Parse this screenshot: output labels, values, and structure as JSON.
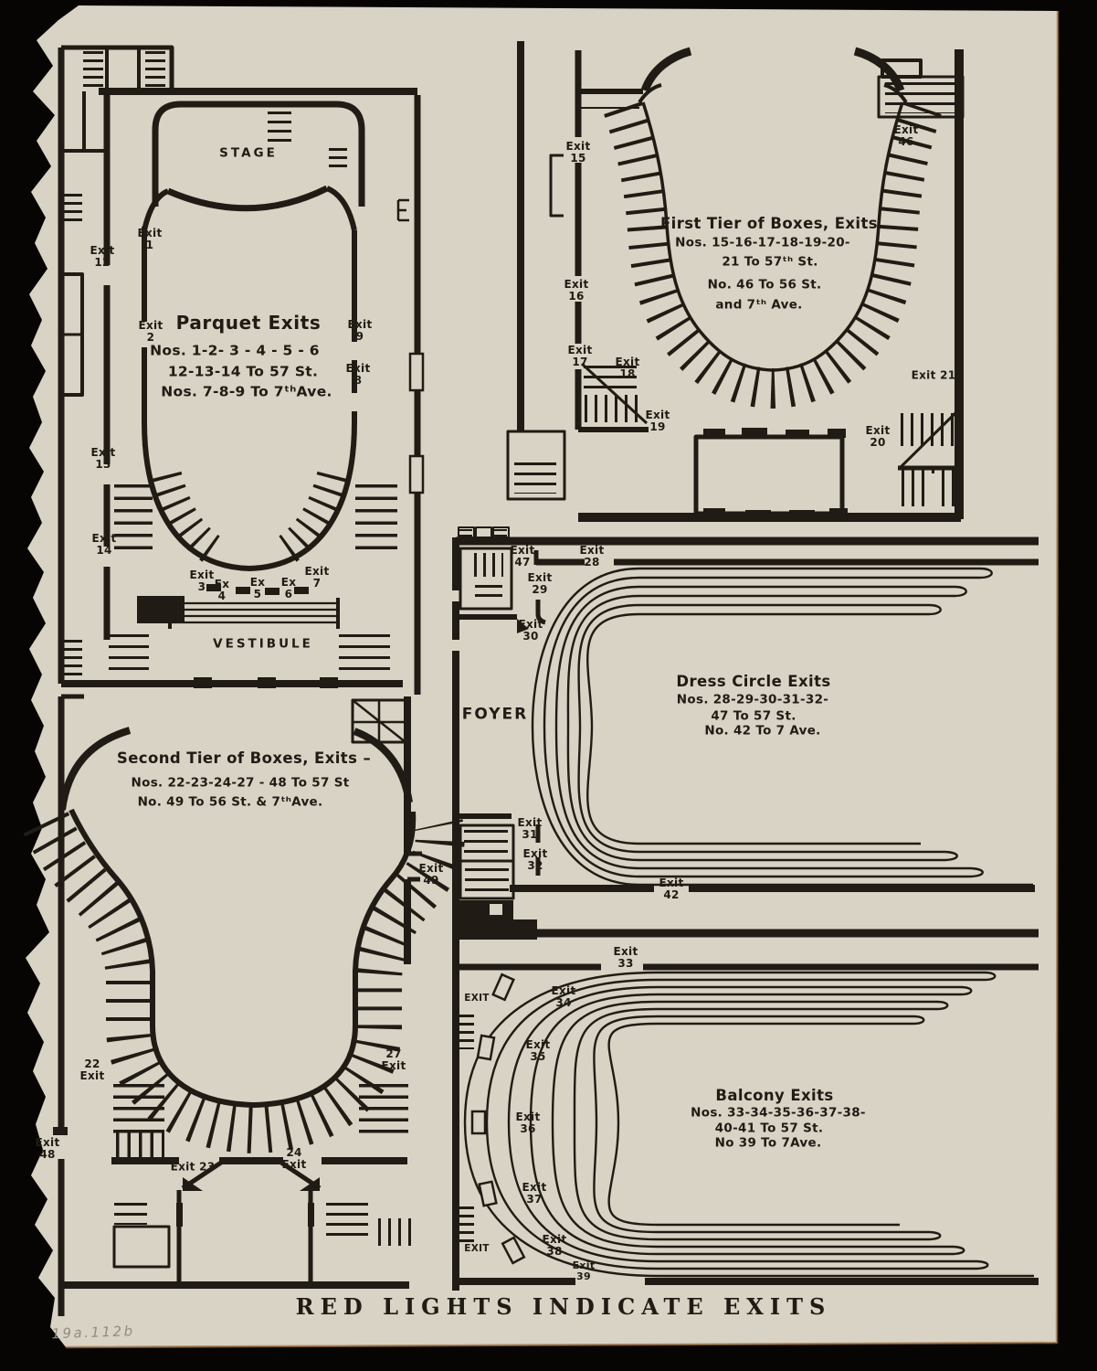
{
  "colors": {
    "paper": "#d8d3c4",
    "ink": "#201b14",
    "background": "#060504",
    "pencil": "#8f8c83"
  },
  "page": {
    "caption": "RED LIGHTS INDICATE EXITS",
    "note": "19a.112b"
  },
  "plans": {
    "parquet": {
      "title": "Parquet Exits",
      "line1": "Nos. 1-2- 3 - 4 - 5 - 6",
      "line2": "12-13-14 To 57 St.",
      "line3": "Nos. 7-8-9  To 7ᵗʰAve.",
      "stage": "STAGE",
      "vestibule": "VESTIBULE",
      "exits": {
        "e1": "Exit\n1",
        "e2": "Exit\n2",
        "e3": "Exit\n3",
        "e4": "Ex\n4",
        "e5": "Ex\n5",
        "e6": "Ex\n6",
        "e7": "Exit\n7",
        "e8": "Exit\n8",
        "e9": "Exit\n9",
        "e12": "Exit\n12",
        "e13": "Exit\n13",
        "e14": "Exit\n14"
      }
    },
    "first_tier": {
      "title": "First Tier of Boxes, Exits",
      "line1": "Nos. 15-16-17-18-19-20-",
      "line2": "21 To 57ᵗʰ St.",
      "line3": "No.  46 To 56 St.",
      "line4": "and 7ᵗʰ Ave.",
      "exits": {
        "e15": "Exit\n15",
        "e16": "Exit\n16",
        "e17": "Exit\n17",
        "e18": "Exit\n18",
        "e19": "Exit\n19",
        "e20": "Exit\n20",
        "e21": "Exit 21",
        "e46": "Exit\n46"
      }
    },
    "dress_circle": {
      "title": "Dress Circle Exits",
      "line1": "Nos. 28-29-30-31-32-",
      "line2": "47 To 57 St.",
      "line3": "No. 42 To  7 Ave.",
      "foyer": "FOYER",
      "exits": {
        "e28": "Exit\n28",
        "e29": "Exit\n29",
        "e30": "Exit\n30",
        "e31": "Exit\n31",
        "e32": "Exit\n32",
        "e42": "Exit\n42",
        "e47": "Exit\n47"
      }
    },
    "second_tier": {
      "title": "Second Tier of Boxes, Exits –",
      "line1": "Nos. 22-23-24-27 - 48 To 57 St",
      "line2": "No.  49 To 56 St. & 7ᵗʰAve.",
      "exits": {
        "e22": "22\nExit",
        "e23": "Exit 23",
        "e24": "24\nExit",
        "e27": "27\nExit",
        "e48": "Exit\n48",
        "e49": "Exit\n49"
      }
    },
    "balcony": {
      "title": "Balcony Exits",
      "line1": "Nos. 33-34-35-36-37-38-",
      "line2": "40-41 To 57 St.",
      "line3": "No 39 To 7Ave.",
      "exits": {
        "e33": "Exit\n33",
        "e34": "Exit\n34",
        "e35": "Exit\n35",
        "e36": "Exit\n36",
        "e37": "Exit\n37",
        "e38": "Exit\n38",
        "e39": "Exit\n39",
        "left_upper": "EXIT",
        "left_lower": "EXIT"
      }
    }
  }
}
